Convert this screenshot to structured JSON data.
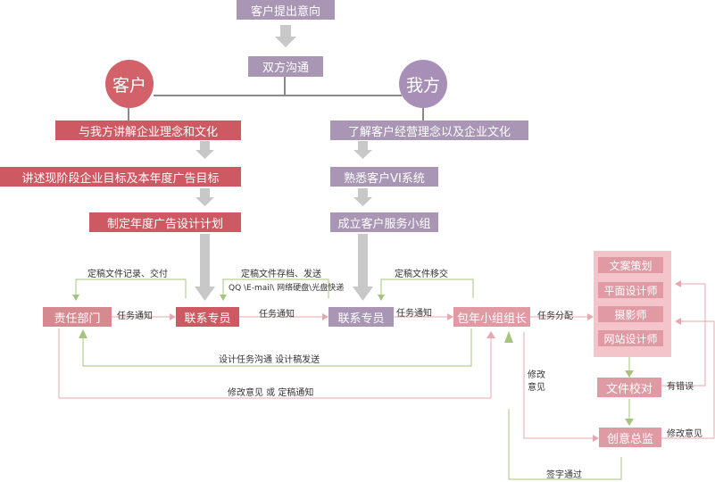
{
  "nodes": {
    "customer_intent": "客户提出意向",
    "mutual_comm": "双方沟通",
    "customer_circle": "客户",
    "our_circle": "我方",
    "c1": "与我方讲解企业理念和文化",
    "c2": "讲述现阶段企业目标及本年度广告目标",
    "c3": "制定年度广告设计计划",
    "o1": "了解客户经营理念以及企业文化",
    "o2": "熟悉客户VI系统",
    "o3": "成立客户服务小组",
    "resp_dept": "责任部门",
    "liaison1": "联系专员",
    "liaison2": "联系专员",
    "team_lead": "包年小组组长",
    "roles": [
      "文案策划",
      "平面设计师",
      "摄影师",
      "网站设计师"
    ],
    "file_check": "文件校对",
    "creative_dir": "创意总监"
  },
  "labels": {
    "final_record": "定稿文件记录、交付",
    "final_archive": "定稿文件存档、发送",
    "channels": "QQ \\E-mail\\ 网络硬盘\\光盘快递",
    "final_transfer": "定稿文件移交",
    "task1": "任务通知",
    "task2": "任务通知",
    "task3": "任务通知",
    "task_assign": "任务分配",
    "design_comm": "设计任务沟通  设计稿发送",
    "modify_or_final": "修改意见 或 定稿通知",
    "modify_line1": "修改",
    "modify_line2": "意见",
    "has_error": "有错误",
    "modify_opinion": "修改意见",
    "sign_pass": "签字通过"
  }
}
